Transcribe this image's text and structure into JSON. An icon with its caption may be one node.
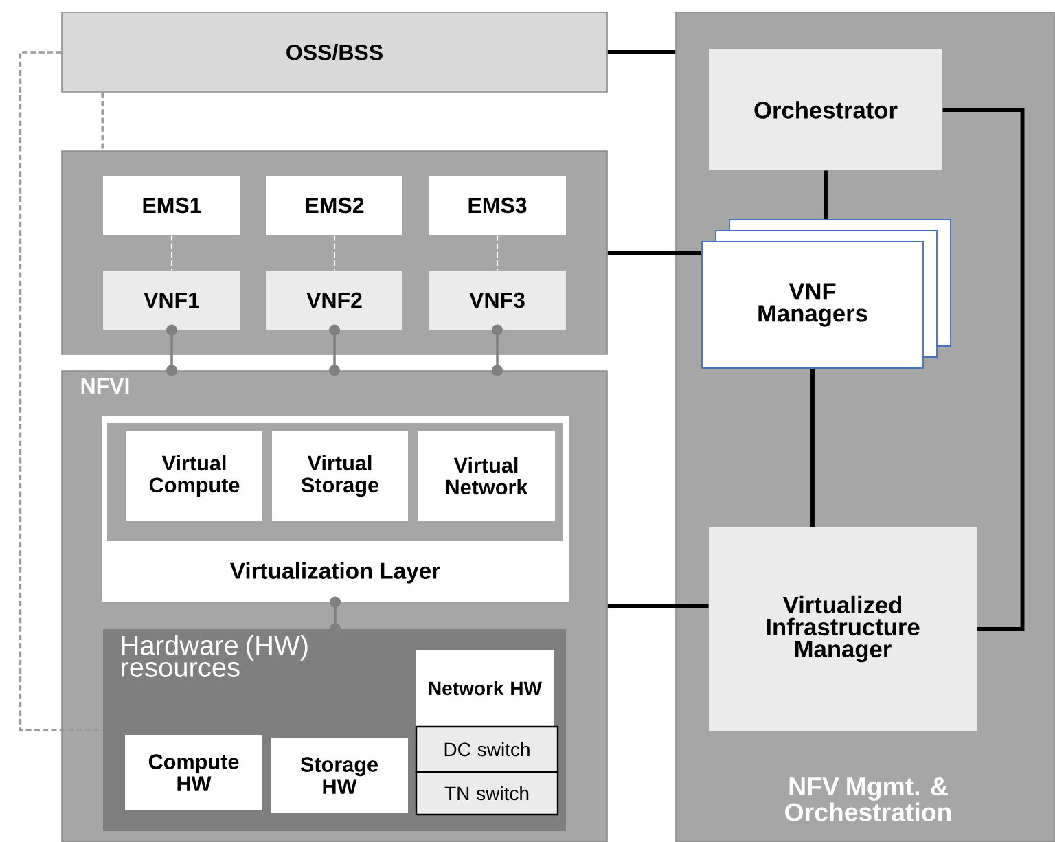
{
  "diagram": {
    "nodes": [
      {
        "text": [
          "OSS/BSS"
        ]
      },
      {
        "text": [],
        "shape": "box"
      },
      {
        "text": [
          "EMS1"
        ],
        "in": 1
      },
      {
        "text": [
          "EMS2"
        ],
        "in": 1
      },
      {
        "text": [
          "EMS3"
        ],
        "in": 1
      },
      {
        "text": [
          "VNF1"
        ],
        "in": 1
      },
      {
        "text": [
          "VNF2"
        ],
        "in": 1
      },
      {
        "text": [
          "VNF3"
        ],
        "in": 1
      },
      {
        "text": [
          "NFVI"
        ]
      },
      {
        "text": [
          "Virtualization Layer"
        ],
        "in": 8
      },
      {
        "text": [
          "Virtual Compute"
        ],
        "in": 9
      },
      {
        "text": [
          "Virtual Storage"
        ],
        "in": 9
      },
      {
        "text": [
          "Virtual Network"
        ],
        "in": 9
      },
      {
        "text": [
          "Hardware (HW) resources"
        ],
        "in": 8
      },
      {
        "text": [
          "Network HW"
        ],
        "in": 13
      },
      {
        "text": [
          "DC switch"
        ],
        "in": 13
      },
      {
        "text": [
          "TN switch"
        ],
        "in": 13
      },
      {
        "text": [
          "Compute HW"
        ],
        "in": 13
      },
      {
        "text": [
          "Storage HW"
        ],
        "in": 13
      },
      {
        "text": [
          "NFV Mgmt. & Orchestration"
        ]
      },
      {
        "text": [
          "Orchestrator"
        ],
        "in": 19
      },
      {
        "text": [
          "VNF Managers"
        ],
        "in": 19
      },
      {
        "text": [
          "Virtualized Infrastructure Manager"
        ],
        "in": 19
      }
    ],
    "edges": [
      {
        "from": 0,
        "to": 19,
        "arrow": "none"
      },
      {
        "from": 0,
        "to": 1,
        "arrow": "none",
        "style": "dashed",
        "color": "#999999"
      },
      {
        "from": 0,
        "to": 13,
        "arrow": "none",
        "style": "dashed",
        "color": "#999999"
      },
      {
        "from": 2,
        "to": 5,
        "arrow": "none",
        "style": "dashed",
        "color": "#ffffff"
      },
      {
        "from": 3,
        "to": 6,
        "arrow": "none",
        "style": "dashed",
        "color": "#ffffff"
      },
      {
        "from": 4,
        "to": 7,
        "arrow": "none",
        "style": "dashed",
        "color": "#ffffff"
      },
      {
        "from": 5,
        "to": 8,
        "arrow": "other",
        "color": "#808080"
      },
      {
        "from": 6,
        "to": 8,
        "arrow": "other",
        "color": "#808080"
      },
      {
        "from": 7,
        "to": 8,
        "arrow": "other",
        "color": "#808080"
      },
      {
        "from": 1,
        "to": 21,
        "arrow": "none"
      },
      {
        "from": 8,
        "to": 22,
        "arrow": "none"
      },
      {
        "from": 20,
        "to": 21,
        "arrow": "none"
      },
      {
        "from": 21,
        "to": 22,
        "arrow": "none"
      },
      {
        "from": 20,
        "to": 22,
        "arrow": "none"
      },
      {
        "from": 9,
        "to": 13,
        "arrow": "other",
        "color": "#808080"
      }
    ]
  }
}
